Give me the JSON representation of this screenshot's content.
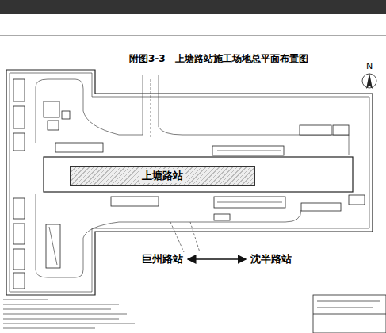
{
  "diagram": {
    "title": "附图3-3　上塘路站施工场地总平面布置图",
    "nodes": [
      {
        "text": [
          "上塘路站"
        ]
      },
      {
        "text": [
          "巨州路站"
        ]
      },
      {
        "text": [
          "沈半路站"
        ]
      }
    ],
    "edges": [
      {
        "from": 1,
        "to": 2,
        "arrow": "both"
      }
    ],
    "labels": [
      "N"
    ]
  }
}
